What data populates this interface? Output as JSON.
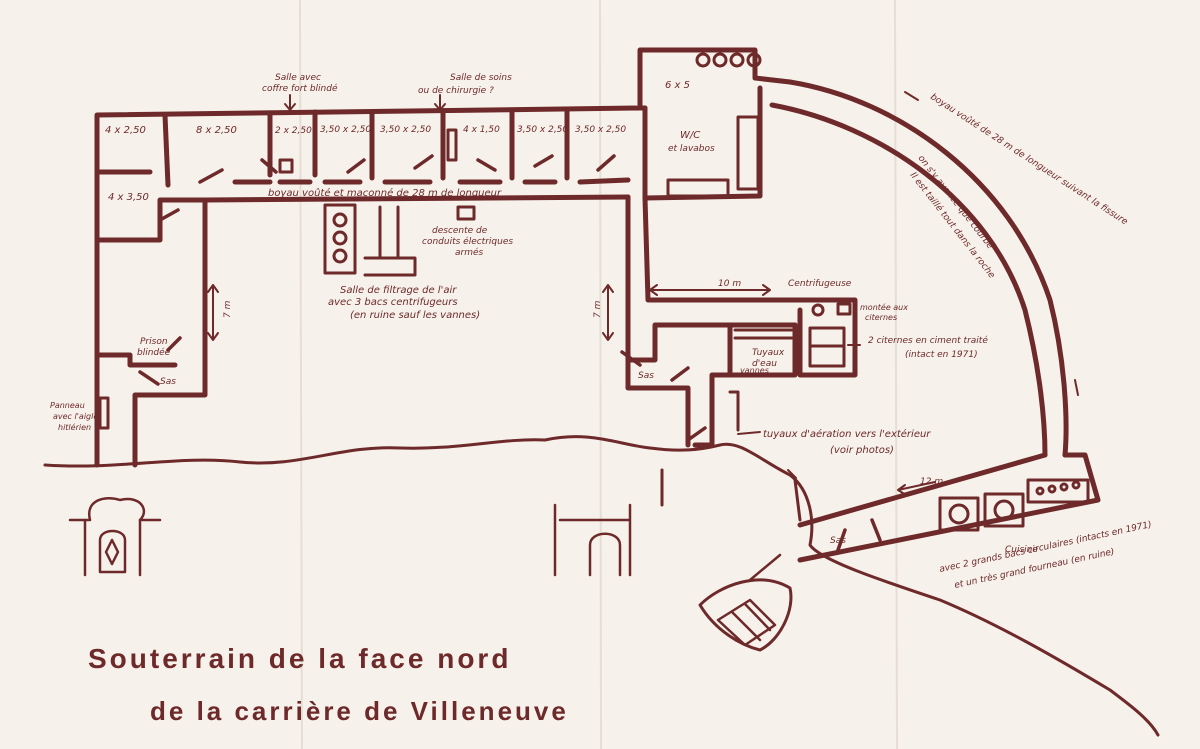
{
  "title": {
    "line1": "Souterrain de la face nord",
    "line2": "de la carrière de Villeneuve"
  },
  "rooms": [
    {
      "id": "r1",
      "label": "4 x 2,50"
    },
    {
      "id": "r2",
      "label": "8 x 2,50"
    },
    {
      "id": "r3",
      "label": "2 x 2,50"
    },
    {
      "id": "r4",
      "label": "3,50 x 2,50"
    },
    {
      "id": "r5",
      "label": "3,50 x 2,50"
    },
    {
      "id": "r6",
      "label": "4 x 1,50"
    },
    {
      "id": "r7",
      "label": "3,50 x 2,50"
    },
    {
      "id": "r8",
      "label": "3,50 x 2,50"
    },
    {
      "id": "r9",
      "label": "4 x 3,50"
    },
    {
      "id": "r10",
      "label": "6 x 5"
    }
  ],
  "labels": {
    "coffre_1": "Salle avec",
    "coffre_2": "coffre fort blindé",
    "soins_1": "Salle de soins",
    "soins_2": "ou de chirurgie ?",
    "wc_1": "W/C",
    "wc_2": "et lavabos",
    "boyau_main": "boyau voûté et maçonné de 28 m de longueur",
    "conduits_1": "descente de",
    "conduits_2": "conduits électriques",
    "conduits_3": "armés",
    "filtrage_1": "Salle de filtrage de l'air",
    "filtrage_2": "avec 3 bacs centrifugeurs",
    "filtrage_3": "(en ruine sauf les vannes)",
    "prison_1": "Prison",
    "prison_2": "blindée",
    "sas_left": "Sas",
    "sas_mid": "Sas",
    "sas_right": "Sas",
    "panneau_1": "Panneau",
    "panneau_2": "avec l'aigle",
    "panneau_3": "hitlérien",
    "dim_7m_left": "7 m",
    "dim_7m_mid": "7 m",
    "dim_10m": "10 m",
    "dim_12m": "12 m",
    "centrifugeuse": "Centrifugeuse",
    "montee_1": "montée aux",
    "montee_2": "citernes",
    "citernes_1": "2 citernes en ciment traité",
    "citernes_2": "(intact en 1971)",
    "tuyaux_1": "Tuyaux",
    "tuyaux_2": "d'eau",
    "tuyaux_3": "vannes",
    "aeration_1": "tuyaux d'aération vers l'extérieur",
    "aeration_2": "(voir photos)",
    "boyau_curve": "boyau voûté de 28 m de longueur suivant la fissure",
    "avance_1": "on s'y avance que courbé",
    "avance_2": "Il est taillé tout dans la roche",
    "cuisine_1": "Cuisine",
    "cuisine_2": "avec 2 grands bacs circulaires (intacts en 1971)",
    "cuisine_3": "et un très grand fourneau (en ruine)"
  }
}
